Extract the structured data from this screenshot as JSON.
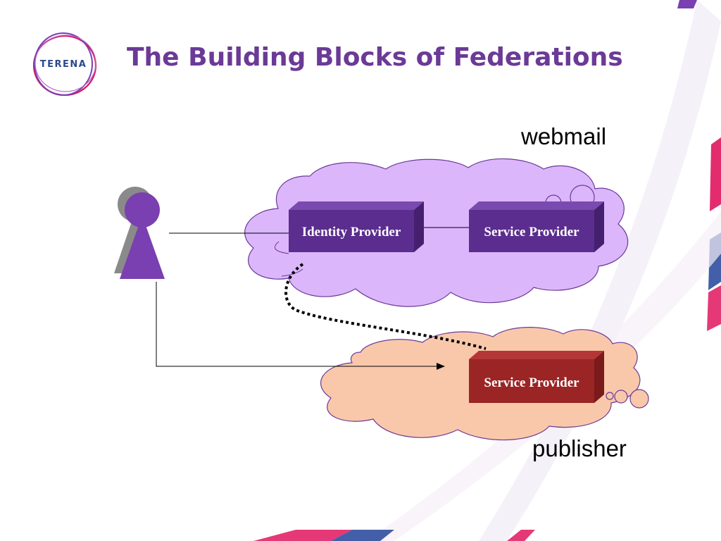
{
  "slide": {
    "title": "The Building Blocks of Federations"
  },
  "logo": {
    "text": "TERENA"
  },
  "clouds": {
    "webmail": {
      "label": "webmail",
      "color": "#dcb6fb"
    },
    "publisher": {
      "label": "publisher",
      "color": "#f9c8aa"
    }
  },
  "boxes": {
    "identity_provider": {
      "label": "Identity Provider",
      "color": "#5b2d8e"
    },
    "webmail_service_provider": {
      "label": "Service Provider",
      "color": "#5b2d8e"
    },
    "publisher_service_provider": {
      "label": "Service Provider",
      "color": "#9b2424"
    }
  },
  "colors": {
    "title": "#6b3a97",
    "user_figure": "#7a3fb0",
    "user_shadow": "#8a8a8a"
  }
}
